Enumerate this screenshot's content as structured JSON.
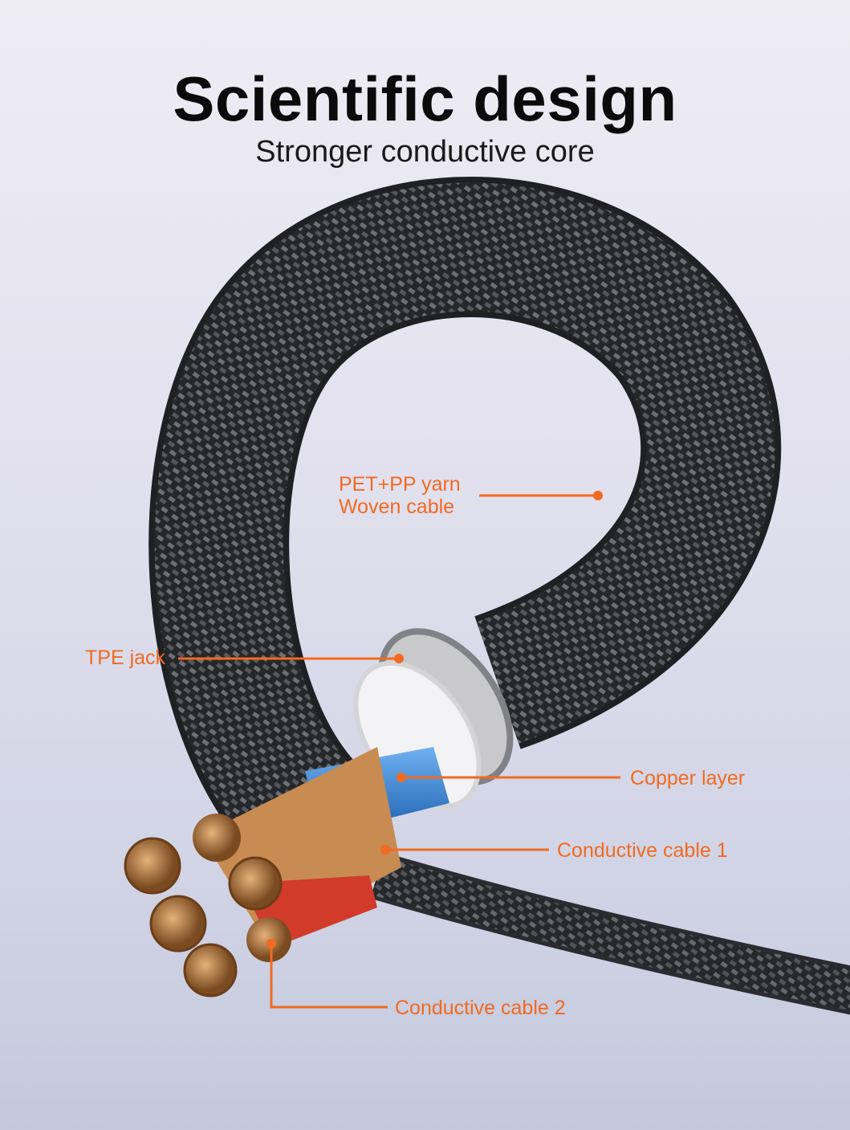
{
  "header": {
    "title": "Scientific design",
    "subtitle": "Stronger conductive core"
  },
  "callouts": {
    "yarn_line1": "PET+PP yarn",
    "yarn_line2": "Woven cable",
    "tpe": "TPE jack",
    "copper": "Copper layer",
    "conductive1": "Conductive cable 1",
    "conductive2": "Conductive cable 2"
  },
  "colors": {
    "accent": "#f26a21",
    "cable": "#2a2b2f",
    "copper": "#b8783e",
    "blue": "#2f7fd6"
  }
}
